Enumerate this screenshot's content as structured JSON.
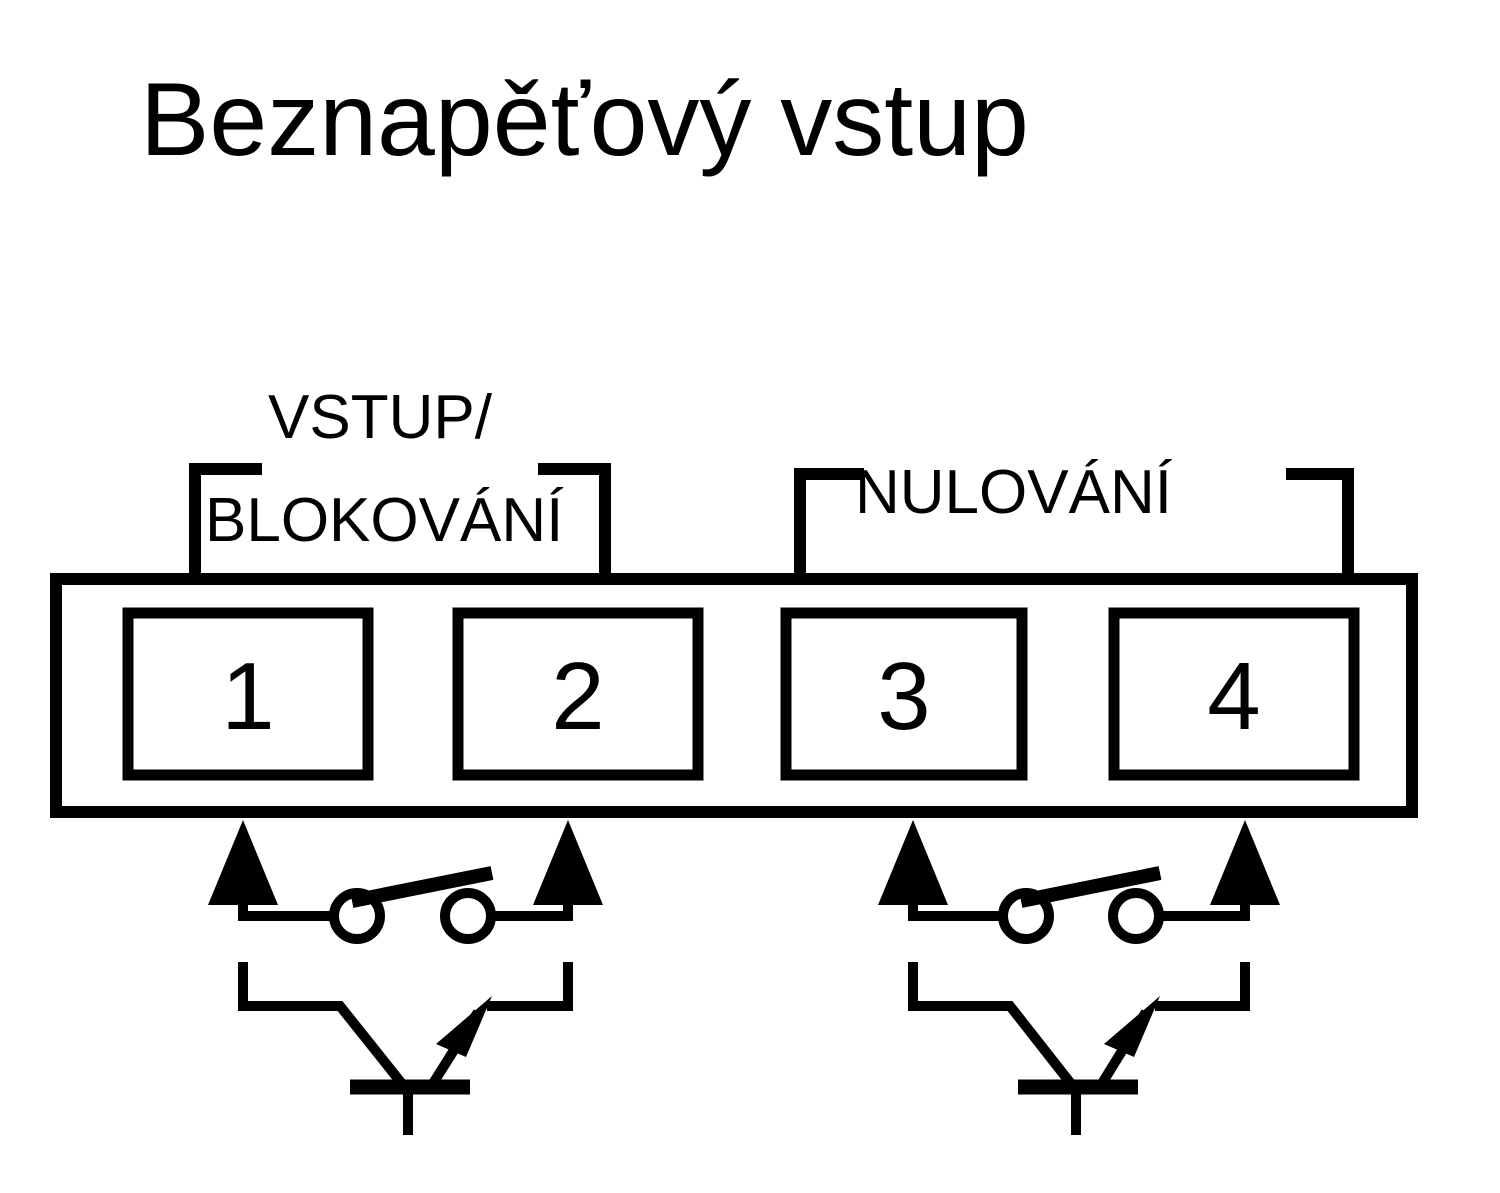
{
  "title": "Beznapěťový vstup",
  "groups": [
    {
      "id": "vstup-blokovani",
      "line1": "VSTUP/",
      "line2": "BLOKOVÁNÍ",
      "terminals": [
        "1",
        "2"
      ]
    },
    {
      "id": "nulovani",
      "line1": "NULOVÁNÍ",
      "line2": "",
      "terminals": [
        "3",
        "4"
      ]
    }
  ],
  "terminals": [
    {
      "number": "1"
    },
    {
      "number": "2"
    },
    {
      "number": "3"
    },
    {
      "number": "4"
    }
  ],
  "symbols": {
    "switch_left": "open-switch-contacts",
    "switch_right": "open-switch-contacts",
    "transistor_left": "npn-transistor",
    "transistor_right": "npn-transistor",
    "arrow_direction": "up"
  },
  "colors": {
    "ink": "#000000",
    "background": "#ffffff"
  }
}
